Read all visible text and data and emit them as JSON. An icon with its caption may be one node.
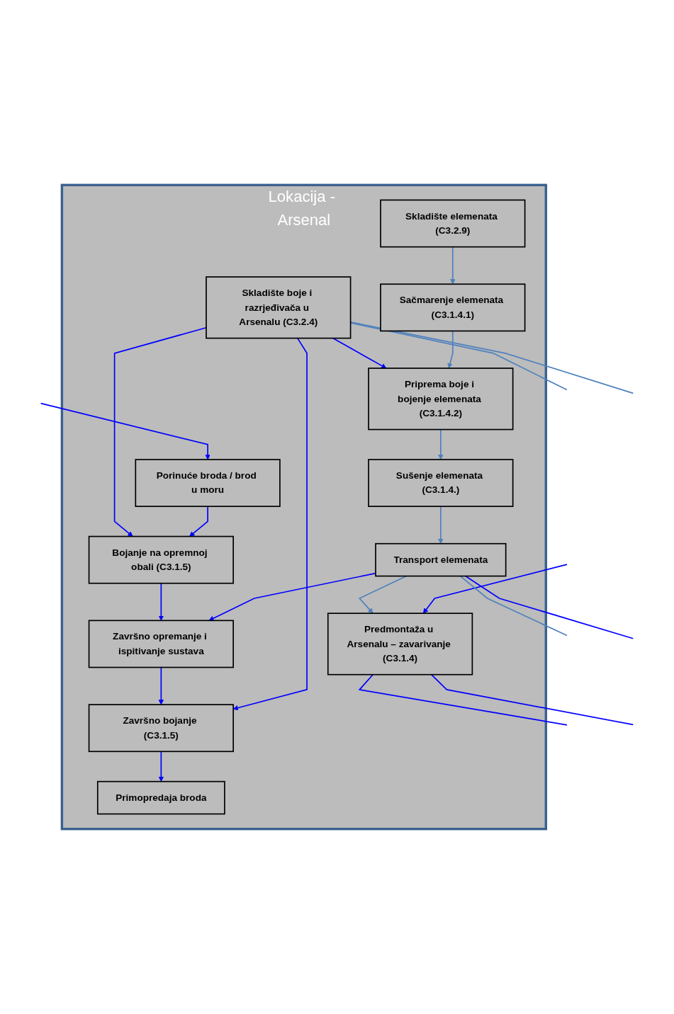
{
  "diagram": {
    "nodes": [
      {
        "text": [
          "Lokacija - Arsenal"
        ]
      },
      {
        "text": [
          "Sačmarenje elemenata (C3.1.4.1)"
        ],
        "in": 0
      },
      {
        "text": [
          "Priprema boje i bojenje elemenata (C3.1.4.2)"
        ],
        "in": 0
      },
      {
        "text": [
          "Sušenje elemenata (C3.1.4.)"
        ],
        "in": 0
      },
      {
        "text": [
          "Transport elemenata"
        ],
        "in": 0
      },
      {
        "text": [
          "Predmontaža u Arsenalu – zavarivanje (C3.1.4)"
        ],
        "in": 0
      },
      {
        "text": [
          "Skladište elemenata (C3.2.9)"
        ],
        "in": 0
      },
      {
        "text": [
          "Završno opremanje i ispitivanje sustava"
        ],
        "in": 0
      },
      {
        "text": [
          "Završno bojanje (C3.1.5)"
        ],
        "in": 0
      },
      {
        "text": [
          "Primopredaja broda"
        ],
        "in": 0
      },
      {
        "text": [
          "Bojanje na opremnoj obali (C3.1.5)"
        ],
        "in": 0
      },
      {
        "text": [
          "Porinuće broda / brod u moru"
        ],
        "in": 0
      },
      {
        "text": [
          "Skladište boje i razrjeđivača u Arsenalu (C3.2.4)"
        ],
        "in": 0
      }
    ],
    "edges": [
      {
        "from": 5,
        "to": null,
        "arrow": "none"
      },
      {
        "from": null,
        "to": 5,
        "arrow": "to"
      },
      {
        "from": 5,
        "to": null,
        "arrow": "none"
      },
      {
        "from": 1,
        "to": 2,
        "arrow": "to",
        "color": "#4f81bd"
      },
      {
        "from": 2,
        "to": 3,
        "arrow": "to",
        "color": "#4f81bd"
      },
      {
        "from": 3,
        "to": 4,
        "arrow": "to",
        "color": "#4f81bd"
      },
      {
        "from": 4,
        "to": 5,
        "arrow": "to",
        "color": "#4f81bd"
      },
      {
        "from": 6,
        "to": 1,
        "arrow": "to",
        "color": "#4f81bd"
      },
      {
        "from": 4,
        "to": 7,
        "arrow": "to"
      },
      {
        "from": 4,
        "to": null,
        "arrow": "none",
        "color": "#4f81bd"
      },
      {
        "from": 4,
        "to": null,
        "arrow": "none"
      },
      {
        "from": 12,
        "to": 2,
        "arrow": "to"
      },
      {
        "from": 12,
        "to": 8,
        "arrow": "to"
      },
      {
        "from": 7,
        "to": 8,
        "arrow": "to"
      },
      {
        "from": 8,
        "to": 9,
        "arrow": "to"
      },
      {
        "from": 10,
        "to": 7,
        "arrow": "to"
      },
      {
        "from": 11,
        "to": 10,
        "arrow": "to"
      },
      {
        "from": null,
        "to": 11,
        "arrow": "to"
      },
      {
        "from": 12,
        "to": 10,
        "arrow": "to"
      },
      {
        "from": 12,
        "to": null,
        "arrow": "none",
        "color": "#4f81bd"
      },
      {
        "from": 12,
        "to": null,
        "arrow": "none",
        "color": "#4f81bd"
      }
    ]
  }
}
